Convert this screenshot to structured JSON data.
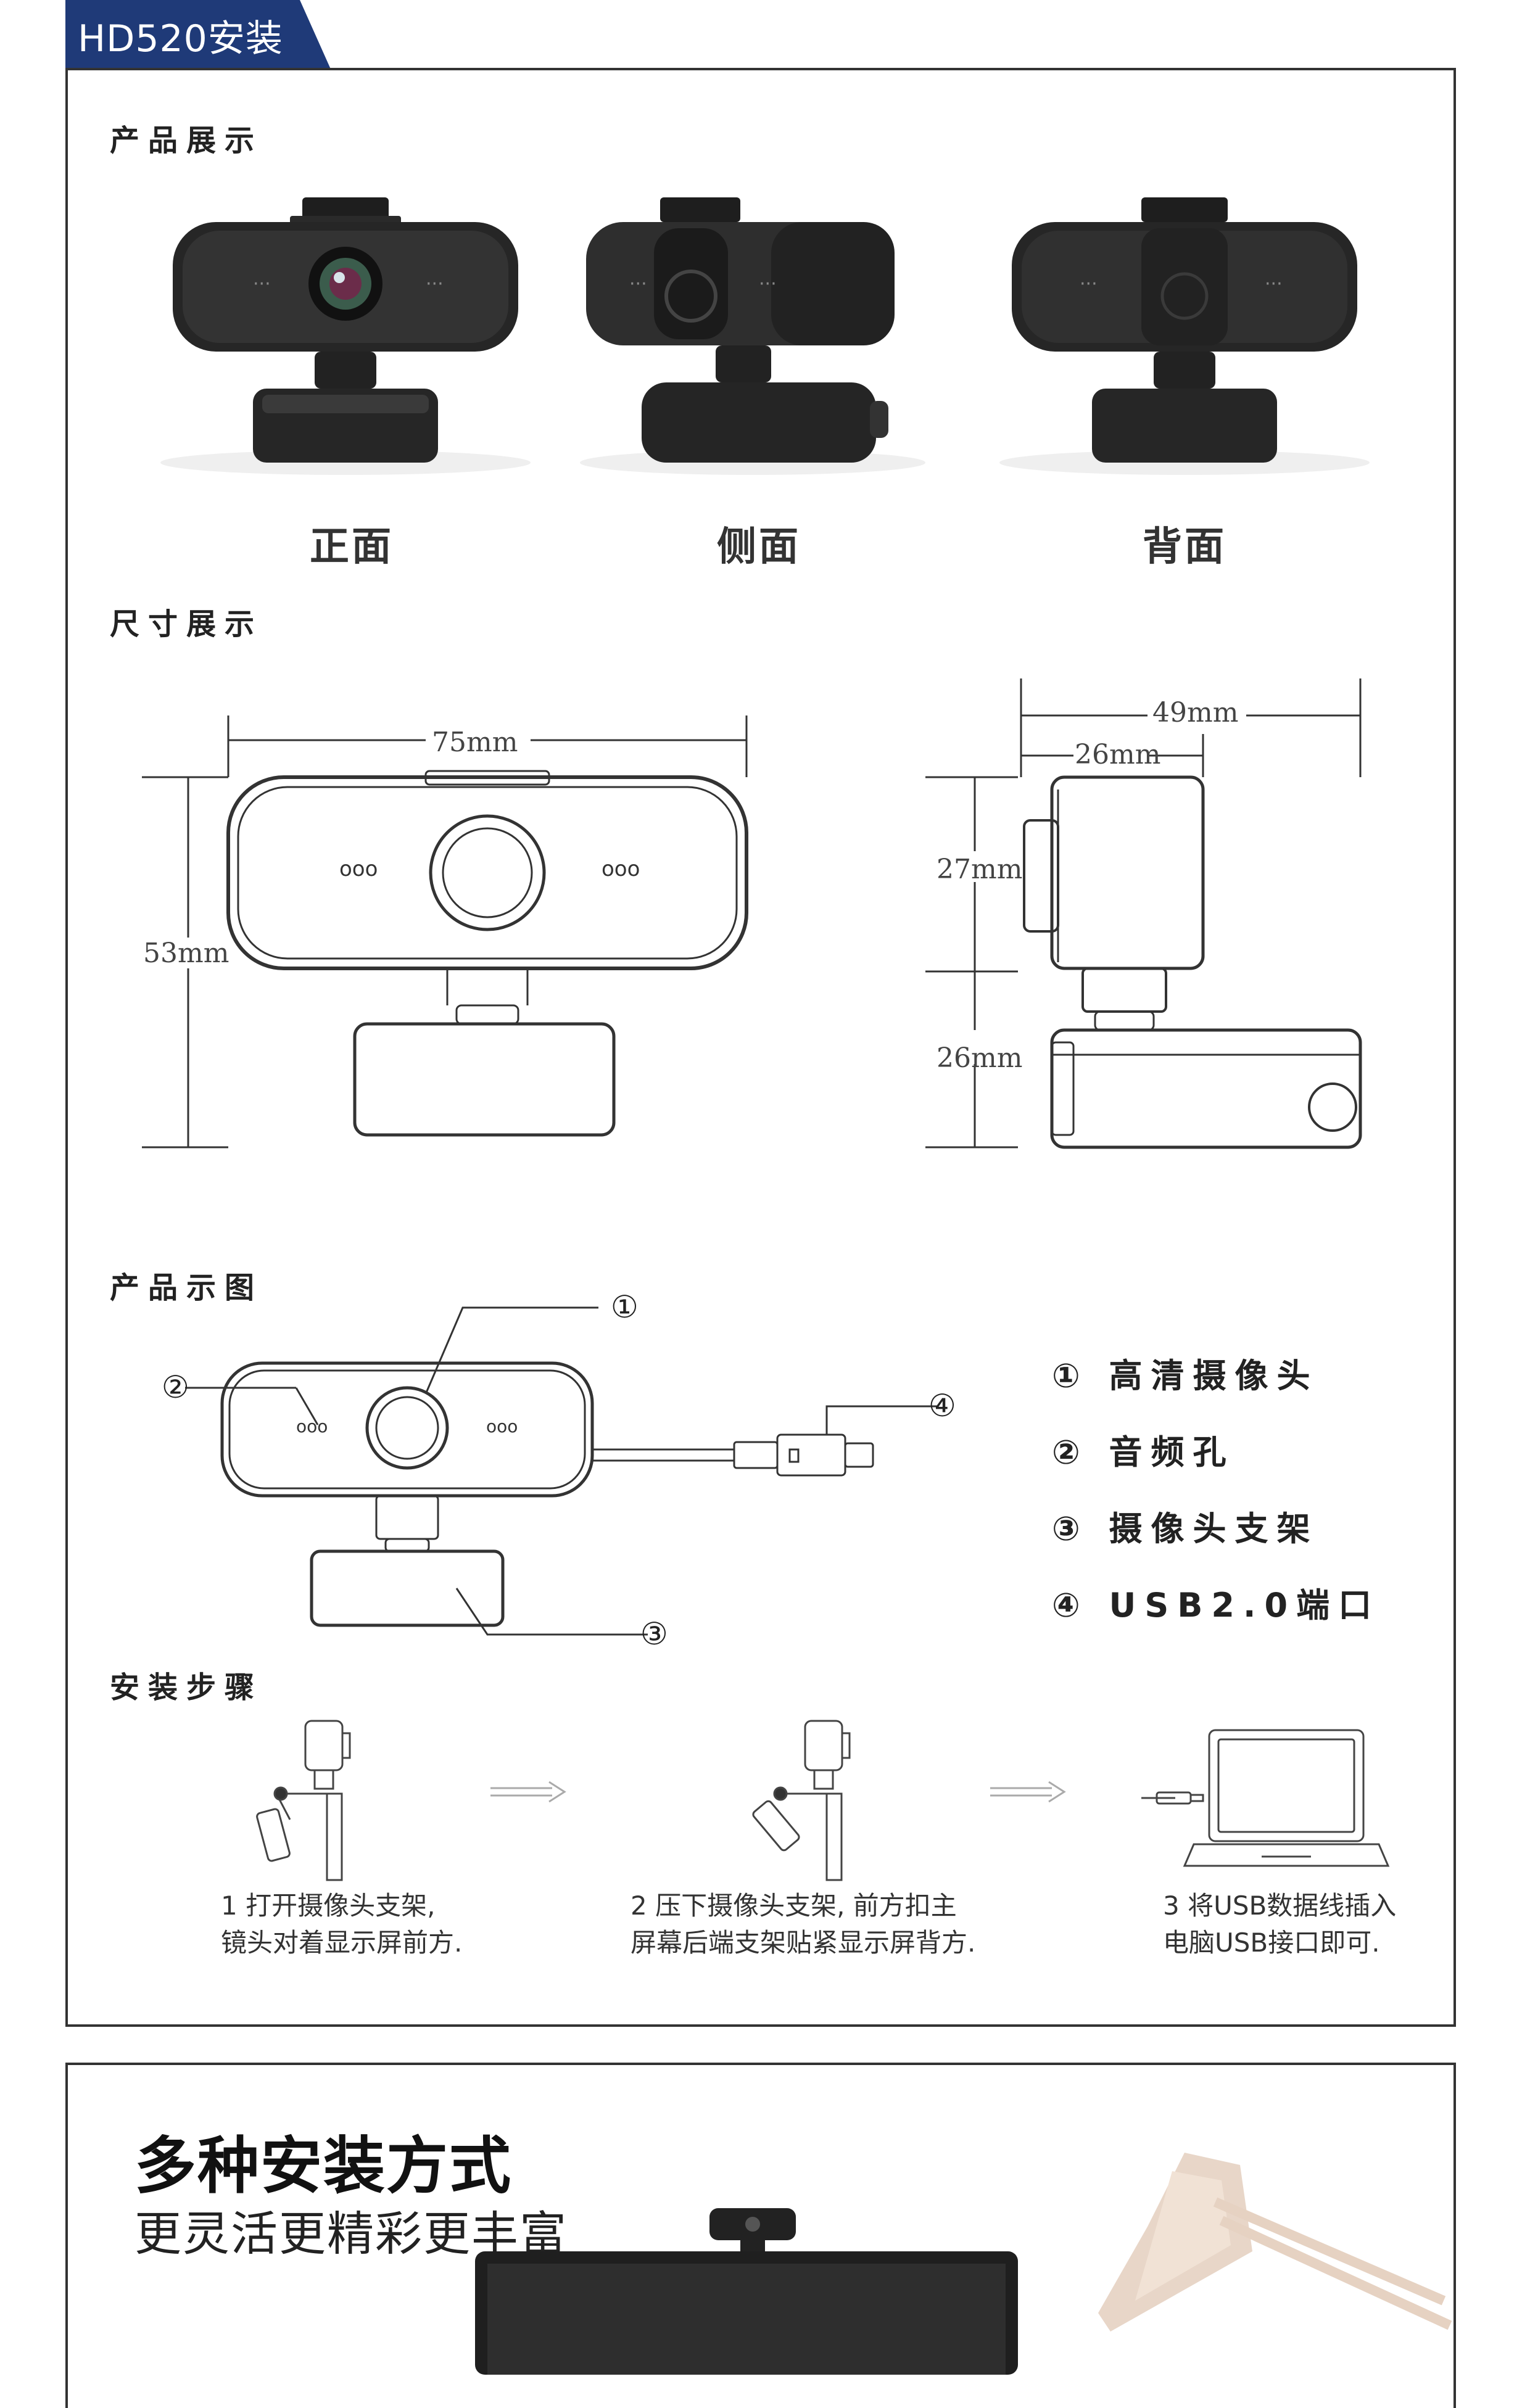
{
  "header": {
    "tag": "HD520安装",
    "tag_color": "#1f3a78"
  },
  "sections": {
    "display": {
      "title": "产品展示",
      "views": [
        "正面",
        "侧面",
        "背面"
      ]
    },
    "size": {
      "title": "尺寸展示",
      "width": "75mm",
      "height": "53mm",
      "depth_total": "49mm",
      "depth_cam": "26mm",
      "cam_height": "27mm",
      "base_height": "26mm"
    },
    "diagram": {
      "title": "产品示图",
      "callouts": [
        "①",
        "②",
        "③",
        "④"
      ],
      "legend": [
        "① 高清摄像头",
        "② 音频孔",
        "③ 摄像头支架",
        "④ USB2.0端口"
      ]
    },
    "install": {
      "title": "安装步骤",
      "steps": [
        {
          "line1": "1 打开摄像头支架,",
          "line2": "镜头对着显示屏前方."
        },
        {
          "line1": "2 压下摄像头支架, 前方扣主",
          "line2": "屏幕后端支架贴紧显示屏背方."
        },
        {
          "line1": "3 将USB数据线插入",
          "line2": "电脑USB接口即可."
        }
      ]
    }
  },
  "promo": {
    "title": "多种安装方式",
    "subtitle": "更灵活更精彩更丰富"
  }
}
